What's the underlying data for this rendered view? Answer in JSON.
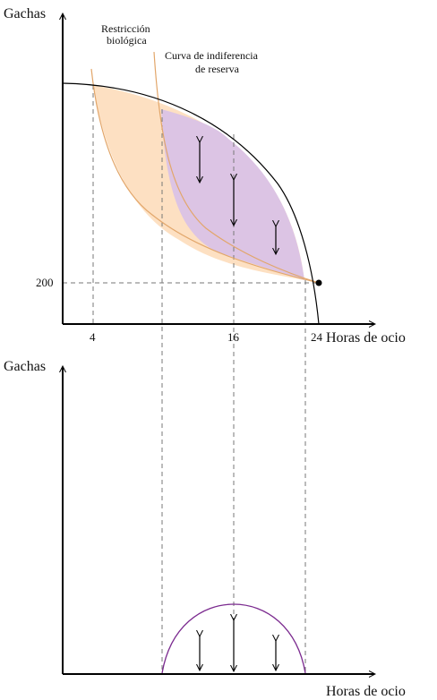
{
  "top_panel": {
    "y_axis_label": "Gachas",
    "x_axis_label": "Horas de ocio",
    "y_tick": "200",
    "x_ticks": [
      "4",
      "16",
      "24"
    ],
    "annotation_constraint": [
      "Restricción",
      "biológica"
    ],
    "annotation_indifference": [
      "Curva de indiferencia",
      "de reserva"
    ]
  },
  "bottom_panel": {
    "y_axis_label": "Gachas",
    "x_axis_label": "Horas de ocio"
  },
  "colors": {
    "axis": "#000000",
    "constraint": "#000000",
    "indifference_curve": "#e2a66a",
    "orange_fill": "#fde0c2",
    "purple_fill": "#dcc4e4",
    "bottom_curve": "#7b2a8f",
    "dashed": "#777777"
  }
}
